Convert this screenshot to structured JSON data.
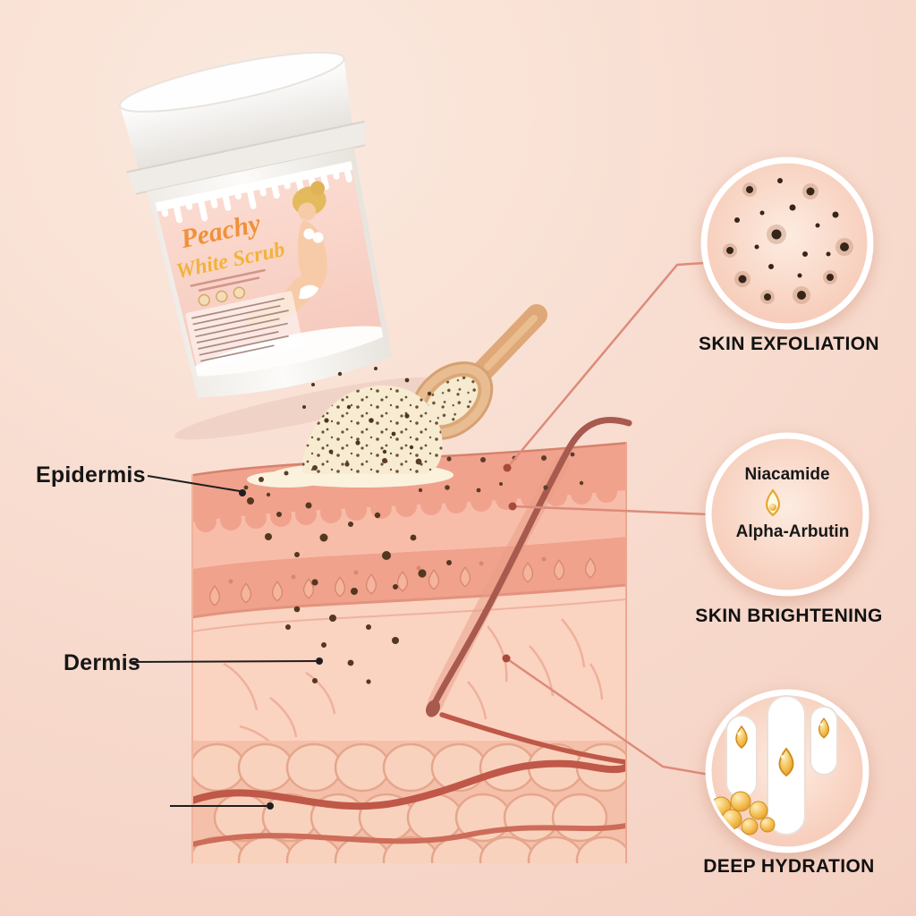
{
  "page": {
    "title": "Peachy White Scrub skin benefits infographic"
  },
  "product": {
    "name_line1": "Peachy",
    "name_line2": "White Scrub"
  },
  "skin_diagram": {
    "epidermis_label": "Epidermis",
    "dermis_label": "Dermis"
  },
  "callouts": {
    "exfoliation": {
      "title": "SKIN EXFOLIATION"
    },
    "brightening": {
      "title": "SKIN BRIGHTENING",
      "ingredient1": "Niacamide",
      "ingredient2": "Alpha-Arbutin"
    },
    "hydration": {
      "title": "DEEP HYDRATION"
    }
  },
  "colors": {
    "background": "#f8dcd0",
    "connector_line": "#dd8b7a",
    "label_line": "#1e1e1e",
    "skin_surface": "#f1a28d",
    "gold": "#e8a93c",
    "heading_text": "#131313"
  }
}
